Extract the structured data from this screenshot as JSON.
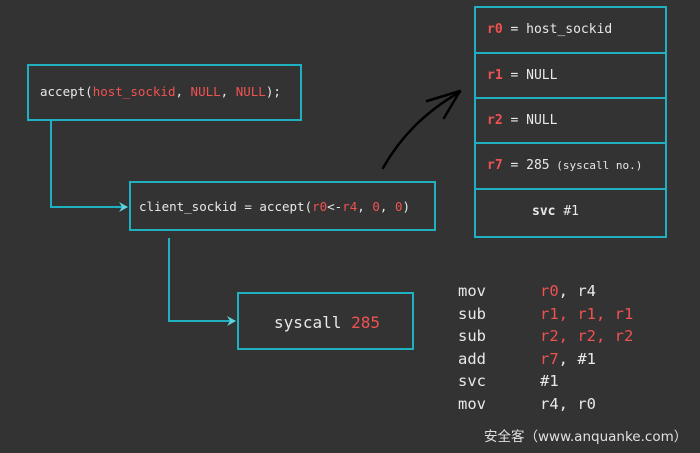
{
  "colors": {
    "accent": "#1fb1c1",
    "highlight": "#f05252",
    "text": "#e8e8e8",
    "background": "#333333"
  },
  "call_box": {
    "parts": [
      {
        "text": "accept(",
        "red": false
      },
      {
        "text": "host_sockid",
        "red": true
      },
      {
        "text": ", ",
        "red": false
      },
      {
        "text": "NULL",
        "red": true
      },
      {
        "text": ", ",
        "red": false
      },
      {
        "text": "NULL",
        "red": true
      },
      {
        "text": ");",
        "red": false
      }
    ]
  },
  "asm_call_box": {
    "parts": [
      {
        "text": "client_sockid = accept(",
        "red": false
      },
      {
        "text": "r0",
        "red": true
      },
      {
        "text": "<-",
        "red": false
      },
      {
        "text": "r4",
        "red": true
      },
      {
        "text": ", ",
        "red": false
      },
      {
        "text": "0",
        "red": true
      },
      {
        "text": ", ",
        "red": false
      },
      {
        "text": "0",
        "red": true
      },
      {
        "text": ")",
        "red": false
      }
    ]
  },
  "syscall_box": {
    "label": "syscall",
    "number": "285"
  },
  "registers": [
    {
      "reg": "r0",
      "value": "= host_sockid",
      "note": ""
    },
    {
      "reg": "r1",
      "value": "= NULL",
      "note": ""
    },
    {
      "reg": "r2",
      "value": "= NULL",
      "note": ""
    },
    {
      "reg": "r7",
      "value": "= 285",
      "note": "(syscall no.)"
    },
    {
      "reg": "",
      "value": "svc #1",
      "note": ""
    }
  ],
  "assembly": [
    {
      "op": "mov",
      "args": [
        {
          "t": "r0",
          "red": true
        },
        {
          "t": ", r4",
          "red": false
        }
      ]
    },
    {
      "op": "sub",
      "args": [
        {
          "t": "r1, r1, r1",
          "red": true
        }
      ]
    },
    {
      "op": "sub",
      "args": [
        {
          "t": "r2, r2, r2",
          "red": true
        }
      ]
    },
    {
      "op": "add",
      "args": [
        {
          "t": "r7",
          "red": true
        },
        {
          "t": ", #1",
          "red": false
        }
      ]
    },
    {
      "op": "svc",
      "args": [
        {
          "t": "#1",
          "red": false
        }
      ]
    },
    {
      "op": "mov",
      "args": [
        {
          "t": "r4, r0",
          "red": false
        }
      ]
    }
  ],
  "watermark": "安全客（www.anquanke.com）"
}
